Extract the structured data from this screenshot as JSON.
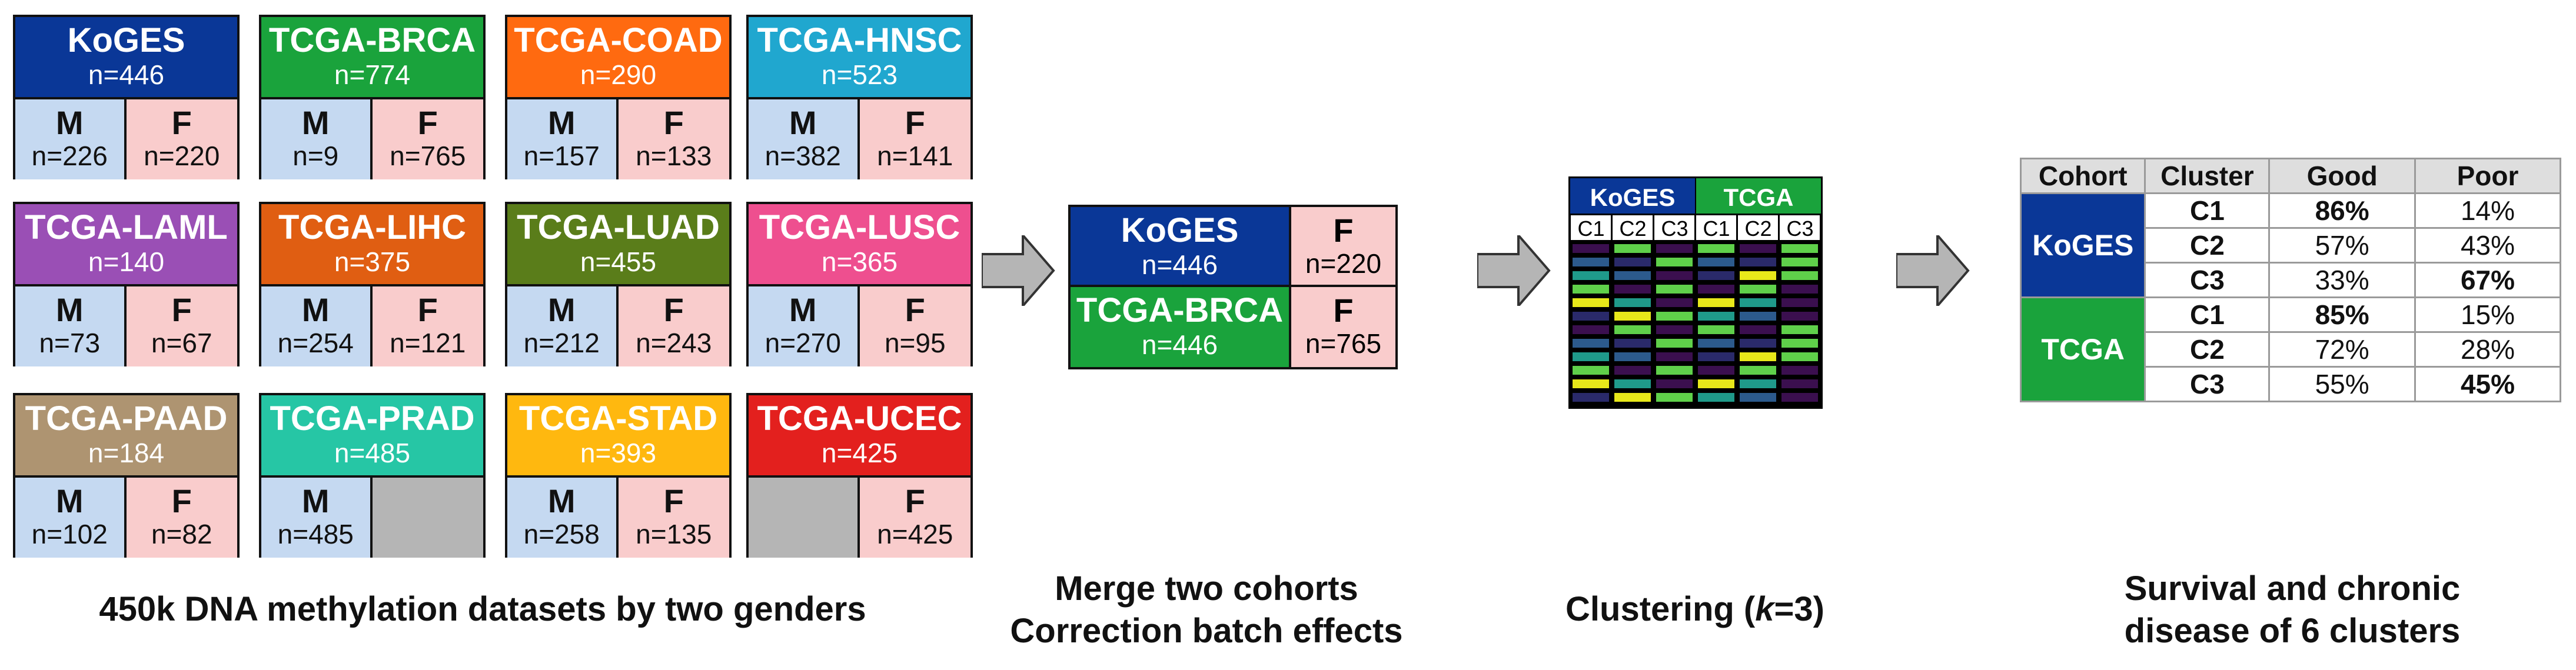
{
  "cohorts": [
    {
      "name": "KoGES",
      "n": "n=446",
      "color": "#0a3797",
      "textColor": "#ffffff",
      "male": "n=226",
      "female": "n=220"
    },
    {
      "name": "TCGA-BRCA",
      "n": "n=774",
      "color": "#1aa33c",
      "textColor": "#ffffff",
      "male": "n=9",
      "female": "n=765"
    },
    {
      "name": "TCGA-COAD",
      "n": "n=290",
      "color": "#ff6a10",
      "textColor": "#ffffff",
      "male": "n=157",
      "female": "n=133"
    },
    {
      "name": "TCGA-HNSC",
      "n": "n=523",
      "color": "#20a7cf",
      "textColor": "#ffffff",
      "male": "n=382",
      "female": "n=141"
    },
    {
      "name": "TCGA-LAML",
      "n": "n=140",
      "color": "#9a4fb5",
      "textColor": "#ffffff",
      "male": "n=73",
      "female": "n=67"
    },
    {
      "name": "TCGA-LIHC",
      "n": "n=375",
      "color": "#e05e12",
      "textColor": "#ffffff",
      "male": "n=254",
      "female": "n=121"
    },
    {
      "name": "TCGA-LUAD",
      "n": "n=455",
      "color": "#5a7d1a",
      "textColor": "#ffffff",
      "male": "n=212",
      "female": "n=243"
    },
    {
      "name": "TCGA-LUSC",
      "n": "n=365",
      "color": "#ee4f8f",
      "textColor": "#ffffff",
      "male": "n=270",
      "female": "n=95"
    },
    {
      "name": "TCGA-PAAD",
      "n": "n=184",
      "color": "#ae9471",
      "textColor": "#ffffff",
      "male": "n=102",
      "female": "n=82"
    },
    {
      "name": "TCGA-PRAD",
      "n": "n=485",
      "color": "#26c6a5",
      "textColor": "#ffffff",
      "male": "n=485",
      "female": ""
    },
    {
      "name": "TCGA-STAD",
      "n": "n=393",
      "color": "#ffb80f",
      "textColor": "#ffffff",
      "male": "n=258",
      "female": "n=135"
    },
    {
      "name": "TCGA-UCEC",
      "n": "n=425",
      "color": "#e3201e",
      "textColor": "#ffffff",
      "male": "",
      "female": "n=425"
    }
  ],
  "gender": {
    "male": "M",
    "female": "F"
  },
  "captions": {
    "datasets": "450k DNA  methylation datasets by two genders",
    "merge_line1": "Merge two cohorts",
    "merge_line2": "Correction batch effects",
    "clustering_prefix": "Clustering (",
    "clustering_k": "k",
    "clustering_suffix": "=3)",
    "survival_line1": "Survival and chronic",
    "survival_line2": "disease of 6 clusters"
  },
  "merge": {
    "top": {
      "name": "KoGES",
      "n": "n=446",
      "f_label": "F",
      "f_n": "n=220"
    },
    "bottom": {
      "name": "TCGA-BRCA",
      "n": "n=446",
      "f_label": "F",
      "f_n": "n=765"
    }
  },
  "heatmap": {
    "koges_label": "KoGES",
    "tcga_label": "TCGA",
    "koges_color": "#0a3797",
    "tcga_color": "#1aa33c",
    "cluster_labels": [
      "C1",
      "C2",
      "C3",
      "C1",
      "C2",
      "C3"
    ]
  },
  "table": {
    "headers": [
      "Cohort",
      "Cluster",
      "Good",
      "Poor"
    ],
    "groups": [
      {
        "cohort": "KoGES",
        "color": "#0a3797",
        "rows": [
          {
            "cluster": "C1",
            "good": "86%",
            "poor": "14%",
            "bold": "good"
          },
          {
            "cluster": "C2",
            "good": "57%",
            "poor": "43%",
            "bold": ""
          },
          {
            "cluster": "C3",
            "good": "33%",
            "poor": "67%",
            "bold": "poor"
          }
        ]
      },
      {
        "cohort": "TCGA",
        "color": "#1aa33c",
        "rows": [
          {
            "cluster": "C1",
            "good": "85%",
            "poor": "15%",
            "bold": "good"
          },
          {
            "cluster": "C2",
            "good": "72%",
            "poor": "28%",
            "bold": ""
          },
          {
            "cluster": "C3",
            "good": "55%",
            "poor": "45%",
            "bold": "poor"
          }
        ]
      }
    ]
  }
}
